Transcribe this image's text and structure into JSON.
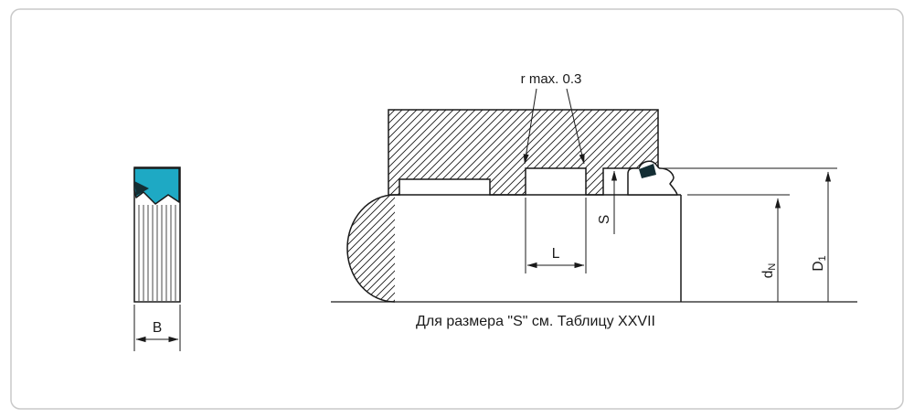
{
  "figure": {
    "caption": "Для размера \"S\" см. Таблицу XXVII",
    "radius_note": "r  max. 0.3"
  },
  "dimensions": {
    "b": "B",
    "l": "L",
    "s": "S",
    "dn_main": "d",
    "dn_sub": "N",
    "d1_main": "D",
    "d1_sub": "1"
  },
  "colors": {
    "seal_teal": "#1ea9c4",
    "seal_shadow": "#142e34",
    "line": "#1a1a1a",
    "border": "#c9c9c9"
  }
}
